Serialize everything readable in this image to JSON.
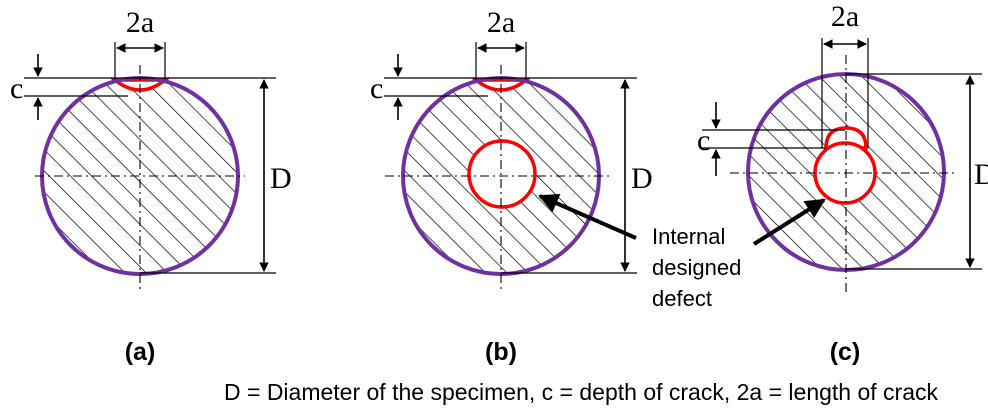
{
  "labels": {
    "width_label": "2a",
    "depth_label": "c",
    "diameter_label": "D"
  },
  "panels": [
    {
      "id": "a",
      "caption": "(a)"
    },
    {
      "id": "b",
      "caption": "(b)"
    },
    {
      "id": "c",
      "caption": "(c)"
    }
  ],
  "annotation": {
    "line1": "Internal",
    "line2": "designed",
    "line3": "defect"
  },
  "footer": {
    "text": "D = Diameter of the specimen, c = depth of crack, 2a = length of crack"
  },
  "colors": {
    "outline": "#7030a0",
    "defect": "#ff0000",
    "hatch": "#000000"
  }
}
